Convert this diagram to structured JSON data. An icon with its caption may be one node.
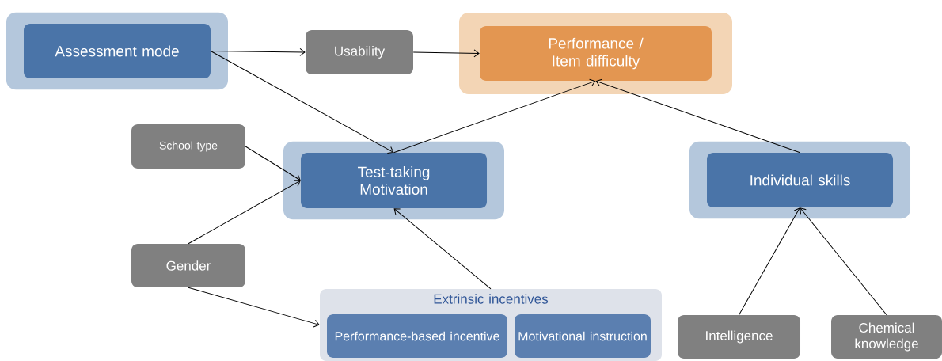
{
  "diagram": {
    "nodes": [
      {
        "text": [
          "Assessment mode"
        ]
      },
      {
        "text": [
          "Usability"
        ]
      },
      {
        "text": [
          "Performance / Item difficulty"
        ]
      },
      {
        "text": [
          "School type"
        ]
      },
      {
        "text": [
          "Test-taking Motivation"
        ]
      },
      {
        "text": [
          "Individual skills"
        ]
      },
      {
        "text": [
          "Gender"
        ]
      },
      {
        "text": [
          "Extrinsic incentives"
        ]
      },
      {
        "text": [
          "Performance-based incentive"
        ],
        "in": 7
      },
      {
        "text": [
          "Motivational instruction"
        ],
        "in": 7
      },
      {
        "text": [
          "Intelligence"
        ]
      },
      {
        "text": [
          "Chemical knowledge"
        ]
      }
    ],
    "edges": [
      {
        "from": 0,
        "to": 1,
        "arrow": "to"
      },
      {
        "from": 1,
        "to": 2,
        "arrow": "to"
      },
      {
        "from": 0,
        "to": 4,
        "arrow": "to"
      },
      {
        "from": 4,
        "to": 2,
        "arrow": "to"
      },
      {
        "from": 5,
        "to": 2,
        "arrow": "to"
      },
      {
        "from": 3,
        "to": 4,
        "arrow": "to"
      },
      {
        "from": 6,
        "to": 4,
        "arrow": "to"
      },
      {
        "from": 7,
        "to": 4,
        "arrow": "to"
      },
      {
        "from": 6,
        "to": 7,
        "arrow": "to"
      },
      {
        "from": 10,
        "to": 5,
        "arrow": "to"
      },
      {
        "from": 11,
        "to": 5,
        "arrow": "to"
      }
    ]
  }
}
